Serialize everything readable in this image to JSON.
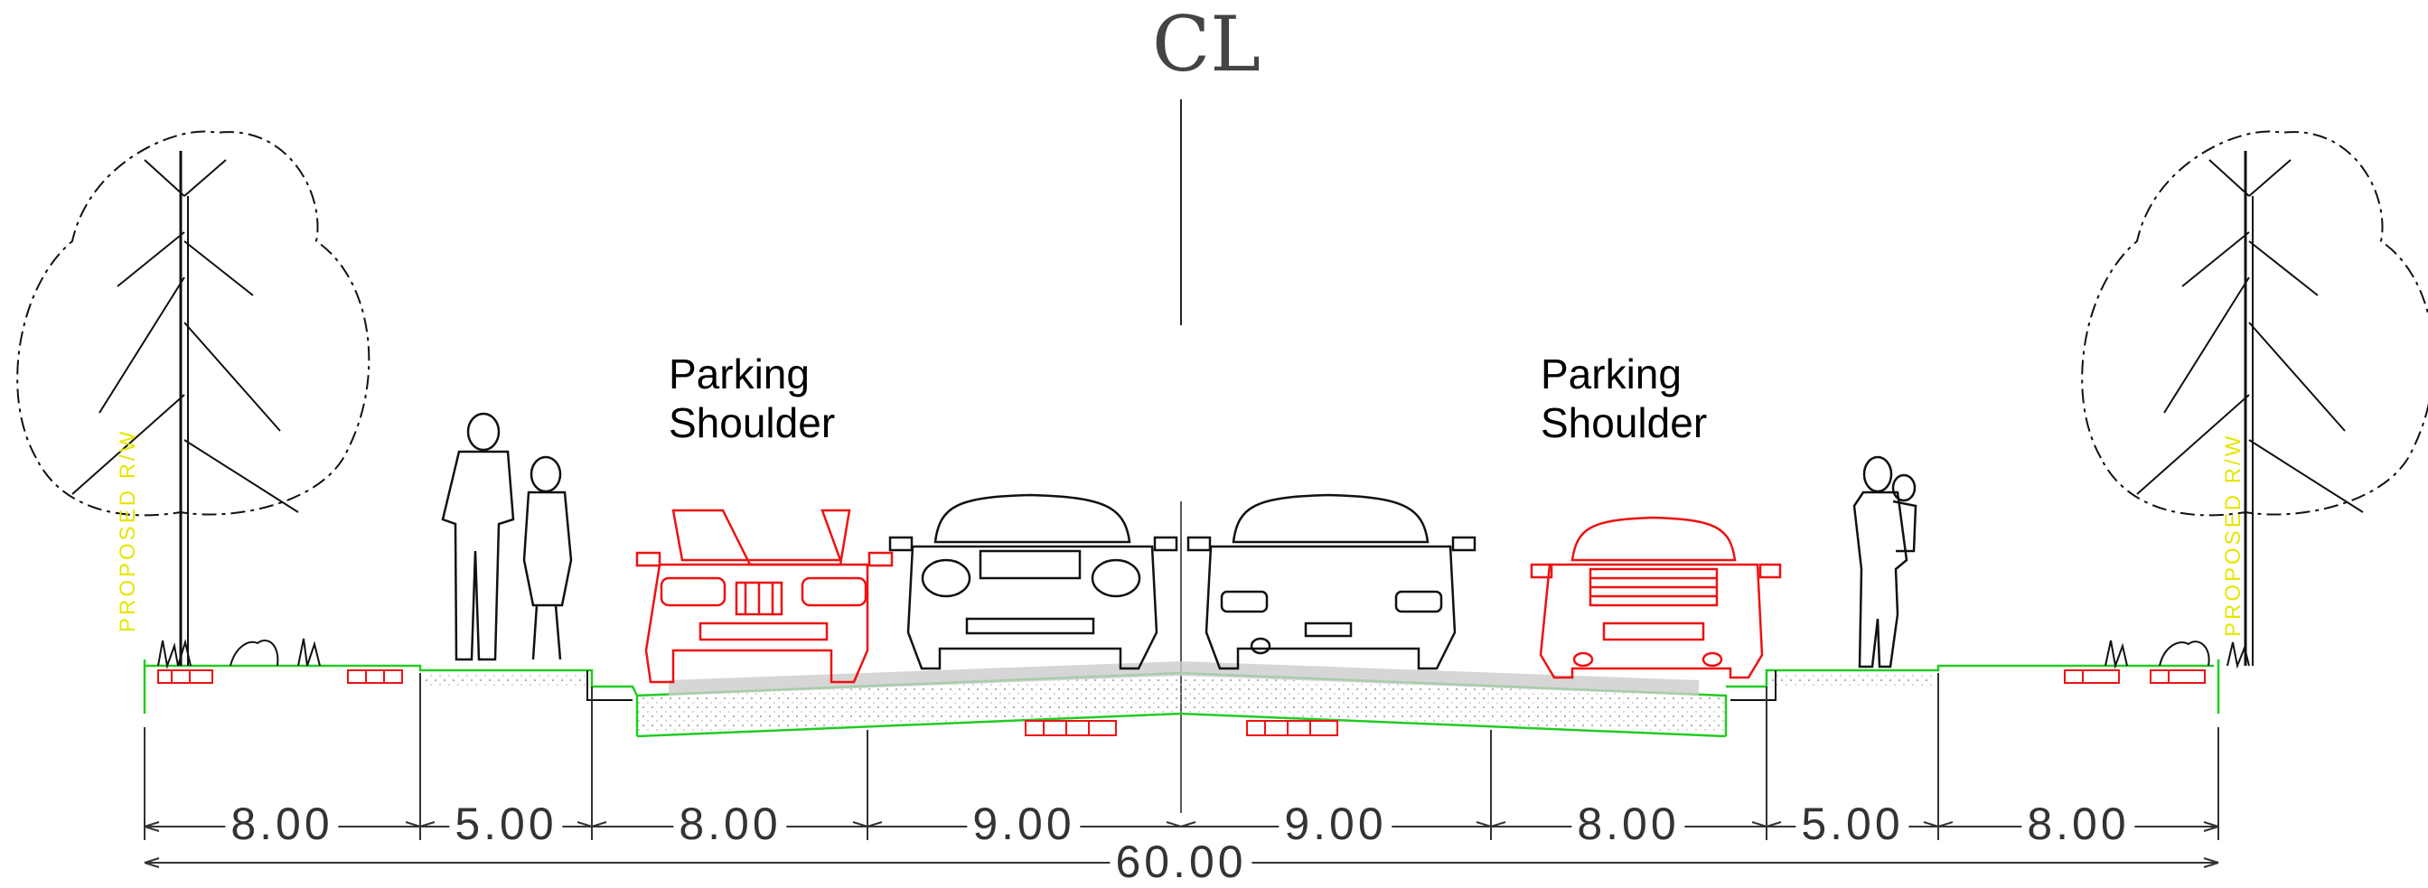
{
  "centerline": {
    "mark": "CL"
  },
  "labels": {
    "left_zone": [
      "Parking",
      "Shoulder"
    ],
    "right_zone": [
      "Parking",
      "Shoulder"
    ],
    "row_left": "PROPOSED R/W",
    "row_right": "PROPOSED R/W"
  },
  "dimensions": {
    "segments": [
      "8.00",
      "5.00",
      "8.00",
      "9.00",
      "9.00",
      "8.00",
      "5.00",
      "8.00"
    ],
    "total": "60.00"
  },
  "colors": {
    "linework": "#111111",
    "ground_line": "#22cc22",
    "highlight_car": "#ee1111",
    "row_text": "#e6e600",
    "pavement": "#cccccc"
  },
  "icons": [
    "tree-icon",
    "pedestrian-couple-icon",
    "car-front-icon",
    "car-rear-icon",
    "person-carrying-child-icon",
    "shrub-icon",
    "paver-icon"
  ]
}
